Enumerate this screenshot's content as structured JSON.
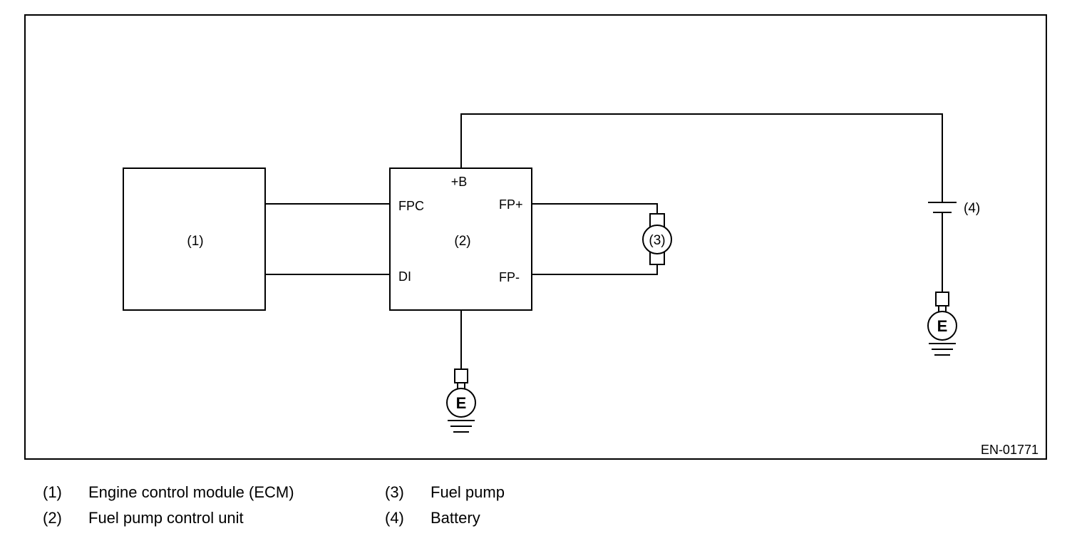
{
  "diagram": {
    "ecm_label": "(1)",
    "control_unit": {
      "label": "(2)",
      "terminal_b": "+B",
      "terminal_fpc": "FPC",
      "terminal_fp_plus": "FP+",
      "terminal_di": "DI",
      "terminal_fp_minus": "FP-"
    },
    "pump_label": "(3)",
    "battery_label": "(4)",
    "ground_symbol": "E",
    "figure_code": "EN-01771"
  },
  "legend": [
    {
      "num": "(1)",
      "text": "Engine control module (ECM)"
    },
    {
      "num": "(2)",
      "text": "Fuel pump control unit"
    },
    {
      "num": "(3)",
      "text": "Fuel pump"
    },
    {
      "num": "(4)",
      "text": "Battery"
    }
  ]
}
